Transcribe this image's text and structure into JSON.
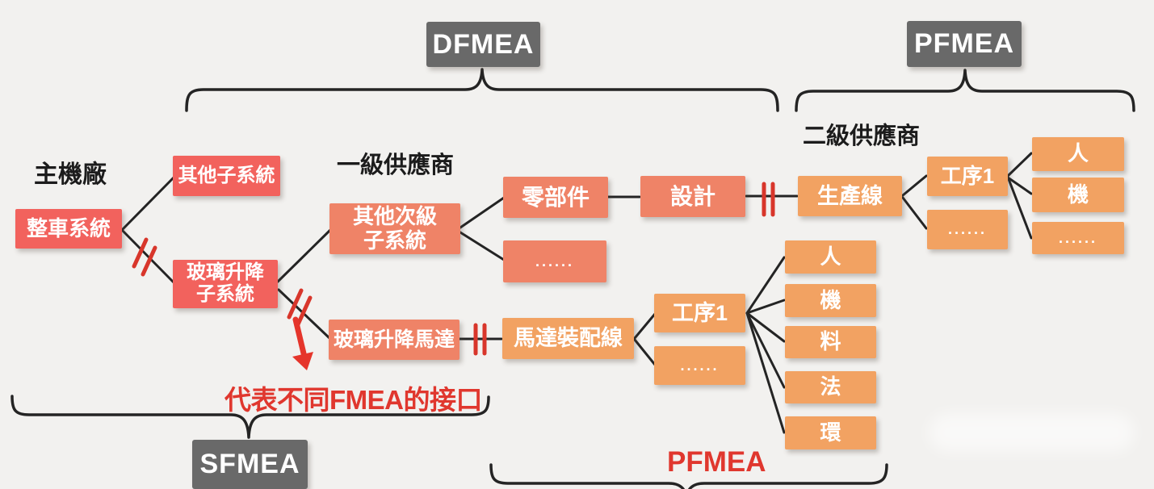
{
  "colors": {
    "background": "#f2f1ef",
    "red_box": "#f2625d",
    "salmon_box": "#ef8367",
    "orange_box": "#f2a262",
    "dark_box": "#696969",
    "connector_line": "#242424",
    "accent_red": "#e0372e"
  },
  "labels": {
    "oem": "主機廠",
    "tier1_supplier": "一級供應商",
    "tier2_supplier": "二級供應商"
  },
  "fmea": {
    "dfmea": "DFMEA",
    "pfmea_top": "PFMEA",
    "sfmea": "SFMEA",
    "pfmea_bottom": "PFMEA"
  },
  "annotation": {
    "interface_note": "代表不同FMEA的接口"
  },
  "nodes": {
    "vehicle_system": "整車系統",
    "other_subsystem": "其他子系統",
    "window_lift_subsystem": {
      "line1": "玻璃升降",
      "line2": "子系統"
    },
    "other_secondary_subsystem": {
      "line1": "其他次級",
      "line2": "子系統"
    },
    "window_lift_motor": "玻璃升降馬達",
    "component": "零部件",
    "design": "設計",
    "component_ellipsis": "......",
    "motor_assembly_line": "馬達裝配線",
    "process1_mid": "工序1",
    "process_mid_ellipsis": "......",
    "man_mid": "人",
    "machine_mid": "機",
    "material_mid": "料",
    "method_mid": "法",
    "environment_mid": "環",
    "production_line": "生產線",
    "process1_right": "工序1",
    "process_right_ellipsis": "......",
    "man_right": "人",
    "machine_right": "機",
    "machine_right_ellipsis": "......"
  }
}
